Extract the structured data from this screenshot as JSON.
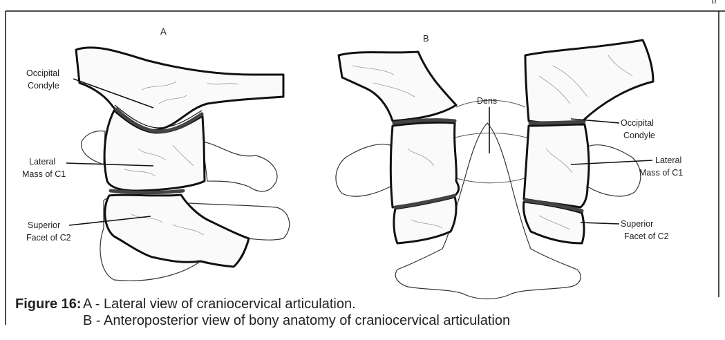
{
  "panels": {
    "a_letter": "A",
    "b_letter": "B"
  },
  "labels_a": {
    "occipital_condyle_1": "Occipital",
    "occipital_condyle_2": "Condyle",
    "lateral_mass_1": "Lateral",
    "lateral_mass_2": "Mass of C1",
    "superior_facet_1": "Superior",
    "superior_facet_2": "Facet of C2"
  },
  "labels_b": {
    "dens": "Dens",
    "occipital_condyle_1": "Occipital",
    "occipital_condyle_2": "Condyle",
    "lateral_mass_1": "Lateral",
    "lateral_mass_2": "Mass of C1",
    "superior_facet_1": "Superior",
    "superior_facet_2": "Facet of C2"
  },
  "caption": {
    "lead": "Figure 16:",
    "line1": "A - Lateral view of craniocervical articulation.",
    "line2": "B - Anteroposterior view of bony anatomy of craniocervical articulation"
  },
  "corner_mark": "ıı"
}
